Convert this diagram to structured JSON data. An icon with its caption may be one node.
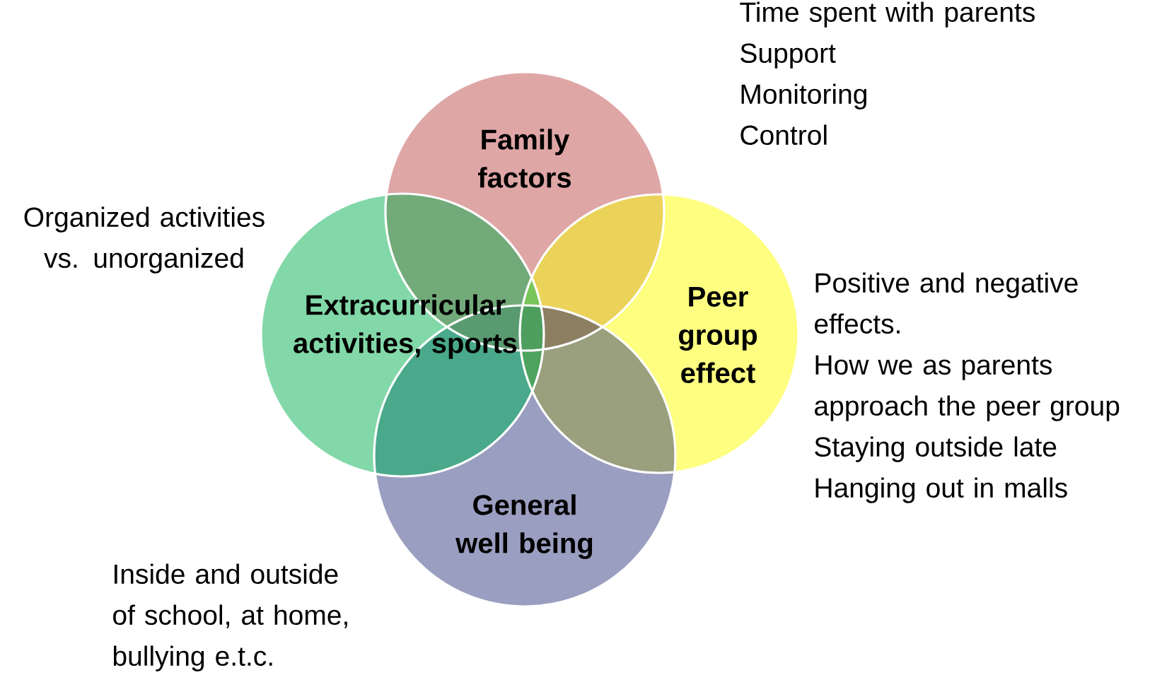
{
  "diagram": {
    "nodes": [
      {
        "text": [
          "Family factors"
        ],
        "beside": [
          "Time spent with parents",
          "Support",
          "Monitoring",
          "Control"
        ]
      },
      {
        "text": [
          "Extracurricular activities, sports"
        ],
        "beside": [
          "Organized activities vs. unorganized"
        ]
      },
      {
        "text": [
          "Peer group effect"
        ],
        "beside": [
          "Positive and negative effects.",
          "How we as parents approach the peer group",
          "Staying outside late",
          "Hanging out in malls"
        ]
      },
      {
        "text": [
          "General well being"
        ],
        "beside": [
          "Inside and outside of school, at home, bullying e.t.c."
        ]
      }
    ]
  }
}
